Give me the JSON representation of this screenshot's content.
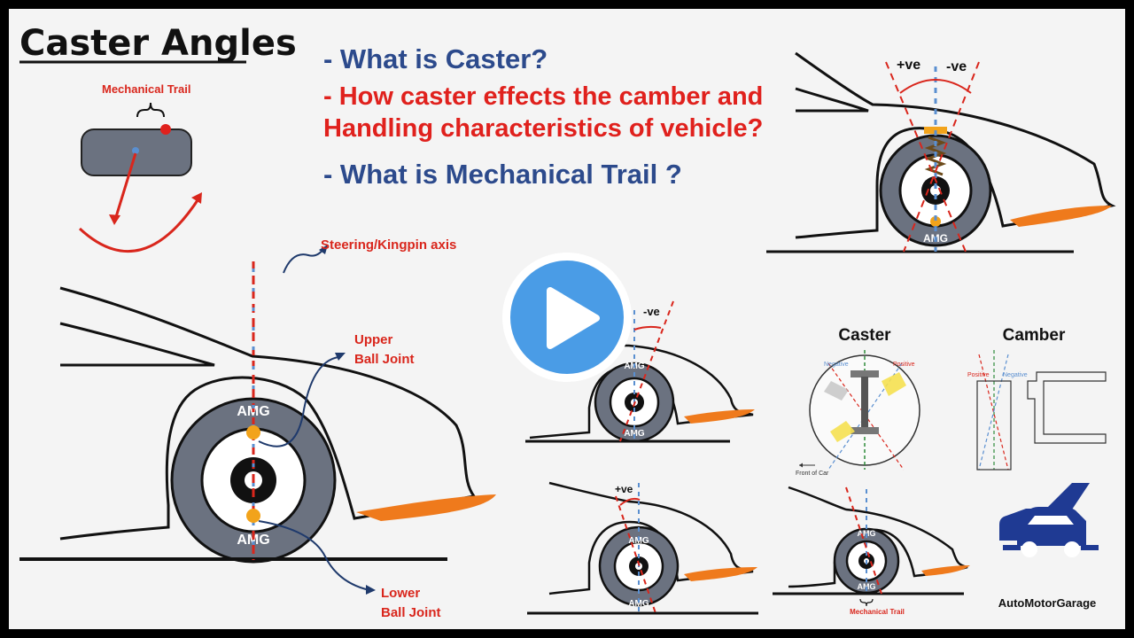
{
  "title": "Caster Angles",
  "questions": {
    "q1": "- What is Caster?",
    "q2_line1": "- How caster effects the camber and",
    "q2_line2": "Handling characteristics of vehicle?",
    "q3": "- What is Mechanical Trail ?"
  },
  "labels": {
    "mechanical_trail": "Mechanical Trail",
    "steering_axis": "Steering/Kingpin axis",
    "upper_ball_joint_1": "Upper",
    "upper_ball_joint_2": "Ball Joint",
    "lower_ball_joint_1": "Lower",
    "lower_ball_joint_2": "Ball Joint",
    "tire_brand": "AMG",
    "positive": "+ve",
    "negative": "-ve",
    "caster_heading": "Caster",
    "camber_heading": "Camber",
    "caster_negative": "Negative",
    "caster_positive": "Positive",
    "front_of_car": "Front of Car",
    "camber_positive": "Positive",
    "camber_negative": "Negative",
    "mechanical_trail_small": "Mechanical Trail"
  },
  "logo": {
    "text": "AutoMotorGarage"
  },
  "colors": {
    "question_blue": "#2c4a8c",
    "question_red": "#e0211d",
    "axis_red": "#d9261c",
    "axis_blue": "#5a8fd0",
    "tire": "#6b7280",
    "joint_orange": "#f2a31b",
    "accent_orange": "#ef7a1c",
    "play_blue": "#4a9ce6",
    "logo_navy": "#1f3a93"
  },
  "player": {
    "icon": "play-icon"
  }
}
